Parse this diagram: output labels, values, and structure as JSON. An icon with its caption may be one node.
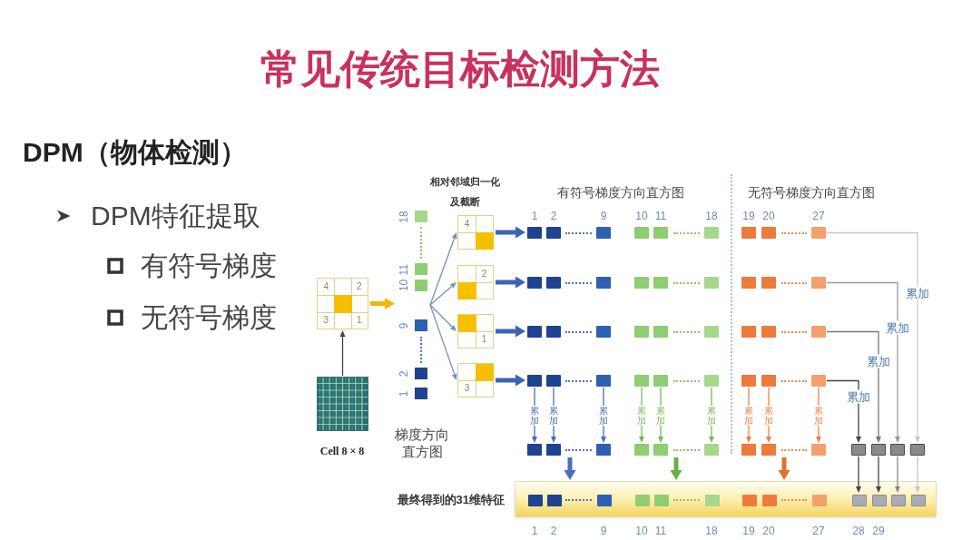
{
  "diagram": {
    "title": "常见传统目标检测方法",
    "nodes": [
      {
        "text": [
          "4",
          "2",
          "3",
          "1"
        ]
      },
      {
        "text": [],
        "shape": "picture",
        "beside": [
          "Cell 8 × 8"
        ]
      },
      {
        "text": [
          "18",
          "10 11",
          "9",
          "1 2"
        ],
        "beside": [
          "梯度方向直方图"
        ]
      },
      {
        "text": [
          "4"
        ]
      },
      {
        "text": [
          "2"
        ]
      },
      {
        "text": [
          "1"
        ]
      },
      {
        "text": [
          "3"
        ]
      },
      {
        "text": [],
        "shape": "box"
      },
      {
        "text": [],
        "shape": "box"
      },
      {
        "text": [],
        "shape": "box"
      },
      {
        "text": [],
        "shape": "box"
      },
      {
        "text": [],
        "shape": "box"
      },
      {
        "text": [],
        "shape": "box"
      },
      {
        "text": [],
        "shape": "box"
      },
      {
        "text": [],
        "shape": "box"
      },
      {
        "text": [],
        "shape": "box"
      },
      {
        "text": [],
        "shape": "box"
      },
      {
        "text": [],
        "shape": "box"
      },
      {
        "text": [],
        "shape": "box"
      },
      {
        "text": [],
        "shape": "box"
      },
      {
        "text": [],
        "shape": "box"
      },
      {
        "text": [],
        "shape": "box"
      },
      {
        "text": [],
        "shape": "box"
      },
      {
        "text": [],
        "shape": "box"
      },
      {
        "text": [],
        "shape": "box"
      },
      {
        "text": [],
        "shape": "box"
      },
      {
        "text": [],
        "shape": "box"
      },
      {
        "text": [],
        "shape": "box"
      },
      {
        "text": [],
        "shape": "box"
      },
      {
        "text": [],
        "shape": "box"
      },
      {
        "text": [],
        "shape": "box"
      },
      {
        "text": [],
        "shape": "box"
      },
      {
        "text": [],
        "shape": "box"
      },
      {
        "text": [],
        "shape": "box"
      },
      {
        "text": [],
        "shape": "box"
      },
      {
        "text": [],
        "shape": "box"
      },
      {
        "text": [],
        "shape": "box"
      },
      {
        "text": [],
        "shape": "box"
      },
      {
        "text": [],
        "shape": "box"
      },
      {
        "text": [],
        "shape": "box"
      },
      {
        "text": [],
        "shape": "box"
      },
      {
        "text": [],
        "shape": "box"
      },
      {
        "text": [],
        "shape": "box"
      },
      {
        "text": [],
        "shape": "box"
      },
      {
        "text": [],
        "shape": "box"
      },
      {
        "text": [],
        "shape": "box"
      },
      {
        "text": [],
        "shape": "box"
      },
      {
        "text": [],
        "shape": "box"
      },
      {
        "text": [],
        "shape": "box"
      },
      {
        "text": [],
        "shape": "box"
      },
      {
        "text": [],
        "shape": "box"
      },
      {
        "text": [],
        "shape": "box"
      },
      {
        "text": [],
        "shape": "box"
      },
      {
        "text": [],
        "shape": "box"
      },
      {
        "text": [],
        "shape": "box"
      },
      {
        "text": [],
        "shape": "box"
      },
      {
        "text": [],
        "shape": "bar",
        "beside": [
          "最终得到的31维特征"
        ]
      },
      {
        "text": [],
        "shape": "box",
        "in": 56
      },
      {
        "text": [],
        "shape": "box",
        "in": 56
      },
      {
        "text": [],
        "shape": "box",
        "in": 56
      },
      {
        "text": [],
        "shape": "box",
        "in": 56
      },
      {
        "text": [],
        "shape": "box",
        "in": 56
      },
      {
        "text": [],
        "shape": "box",
        "in": 56
      },
      {
        "text": [],
        "shape": "box",
        "in": 56
      },
      {
        "text": [],
        "shape": "box",
        "in": 56
      },
      {
        "text": [],
        "shape": "box",
        "in": 56
      },
      {
        "text": [],
        "shape": "box",
        "in": 56
      },
      {
        "text": [],
        "shape": "box",
        "in": 56
      },
      {
        "text": [],
        "shape": "box",
        "in": 56
      },
      {
        "text": [],
        "shape": "box",
        "in": 56
      }
    ],
    "edges": [
      {
        "from": 1,
        "to": 0,
        "arrow": "to"
      },
      {
        "from": 0,
        "to": 2,
        "arrow": "to",
        "style": "thick",
        "color": "#f2b705"
      },
      {
        "from": 2,
        "to": 3,
        "arrow": "to",
        "color": "#7093c3"
      },
      {
        "from": 2,
        "to": 4,
        "arrow": "to",
        "color": "#7093c3"
      },
      {
        "from": 2,
        "to": 5,
        "arrow": "to",
        "color": "#7093c3"
      },
      {
        "from": 2,
        "to": 6,
        "arrow": "to",
        "color": "#7093c3"
      },
      {
        "from": 3,
        "to": 7,
        "arrow": "to",
        "style": "thick",
        "color": "#3c64b4"
      },
      {
        "from": 4,
        "to": 16,
        "arrow": "to",
        "style": "thick",
        "color": "#3c64b4"
      },
      {
        "from": 5,
        "to": 25,
        "arrow": "to",
        "style": "thick",
        "color": "#3c64b4"
      },
      {
        "from": 6,
        "to": 34,
        "arrow": "to",
        "style": "thick",
        "color": "#3c64b4"
      },
      {
        "from": 34,
        "to": 43,
        "arrow": "to",
        "label": "累加",
        "color": "#4a6fb5"
      },
      {
        "from": 35,
        "to": 44,
        "arrow": "to",
        "label": "累加",
        "color": "#4a6fb5"
      },
      {
        "from": 36,
        "to": 45,
        "arrow": "to",
        "label": "累加",
        "color": "#4a6fb5"
      },
      {
        "from": 37,
        "to": 46,
        "arrow": "to",
        "label": "累加",
        "color": "#7ab85a"
      },
      {
        "from": 38,
        "to": 47,
        "arrow": "to",
        "label": "累加",
        "color": "#7ab85a"
      },
      {
        "from": 39,
        "to": 48,
        "arrow": "to",
        "label": "累加",
        "color": "#7ab85a"
      },
      {
        "from": 40,
        "to": 49,
        "arrow": "to",
        "label": "累加",
        "color": "#e8834a"
      },
      {
        "from": 41,
        "to": 50,
        "arrow": "to",
        "label": "累加",
        "color": "#e8834a"
      },
      {
        "from": 42,
        "to": 51,
        "arrow": "to",
        "label": "累加",
        "color": "#e8834a"
      },
      {
        "from": 15,
        "to": 55,
        "arrow": "to",
        "label": "累加",
        "color": "#c8c8c8"
      },
      {
        "from": 24,
        "to": 54,
        "arrow": "to",
        "label": "累加",
        "color": "#9a9a9a"
      },
      {
        "from": 33,
        "to": 53,
        "arrow": "to",
        "label": "累加",
        "color": "#777777"
      },
      {
        "from": 42,
        "to": 52,
        "arrow": "to",
        "label": "累加"
      },
      {
        "from": 52,
        "to": 66,
        "arrow": "to"
      },
      {
        "from": 53,
        "to": 67,
        "arrow": "to"
      },
      {
        "from": 54,
        "to": 68,
        "arrow": "to",
        "color": "#888888"
      },
      {
        "from": 55,
        "to": 69,
        "arrow": "to",
        "color": "#c8c8c8"
      },
      {
        "from": 44,
        "to": 56,
        "arrow": "to",
        "style": "thick",
        "color": "#4a70b8"
      },
      {
        "from": 47,
        "to": 56,
        "arrow": "to",
        "style": "thick",
        "color": "#6cae4a"
      },
      {
        "from": 50,
        "to": 56,
        "arrow": "to",
        "style": "thick",
        "color": "#d9752f"
      }
    ],
    "labels": [
      "DPM（物体检测）",
      "DPM特征提取",
      "有符号梯度",
      "无符号梯度",
      "相对邻域归一化及截断",
      "有符号梯度方向直方图",
      "无符号梯度方向直方图",
      "1",
      "2",
      "9",
      "10",
      "11",
      "18",
      "19",
      "20",
      "27",
      "1",
      "2",
      "9",
      "10",
      "11",
      "18",
      "19",
      "20",
      "27",
      "28",
      "29"
    ]
  }
}
